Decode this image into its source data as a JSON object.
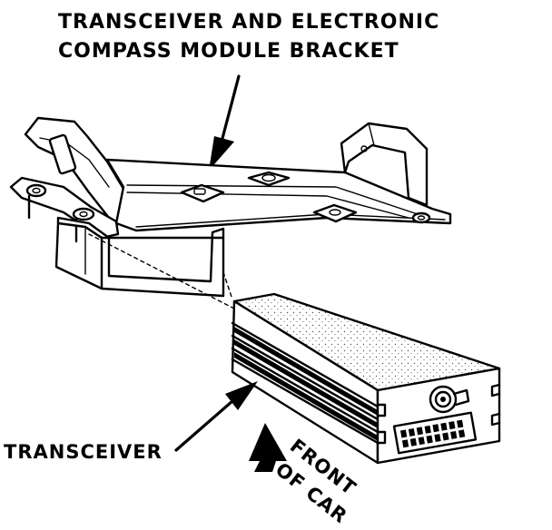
{
  "labels": {
    "bracket_line1": "TRANSCEIVER AND ELECTRONIC",
    "bracket_line2": "COMPASS MODULE BRACKET",
    "transceiver": "TRANSCEIVER",
    "front_line1": "FRONT",
    "front_line2": "OF CAR"
  },
  "colors": {
    "ink": "#000000",
    "paper": "#ffffff"
  }
}
